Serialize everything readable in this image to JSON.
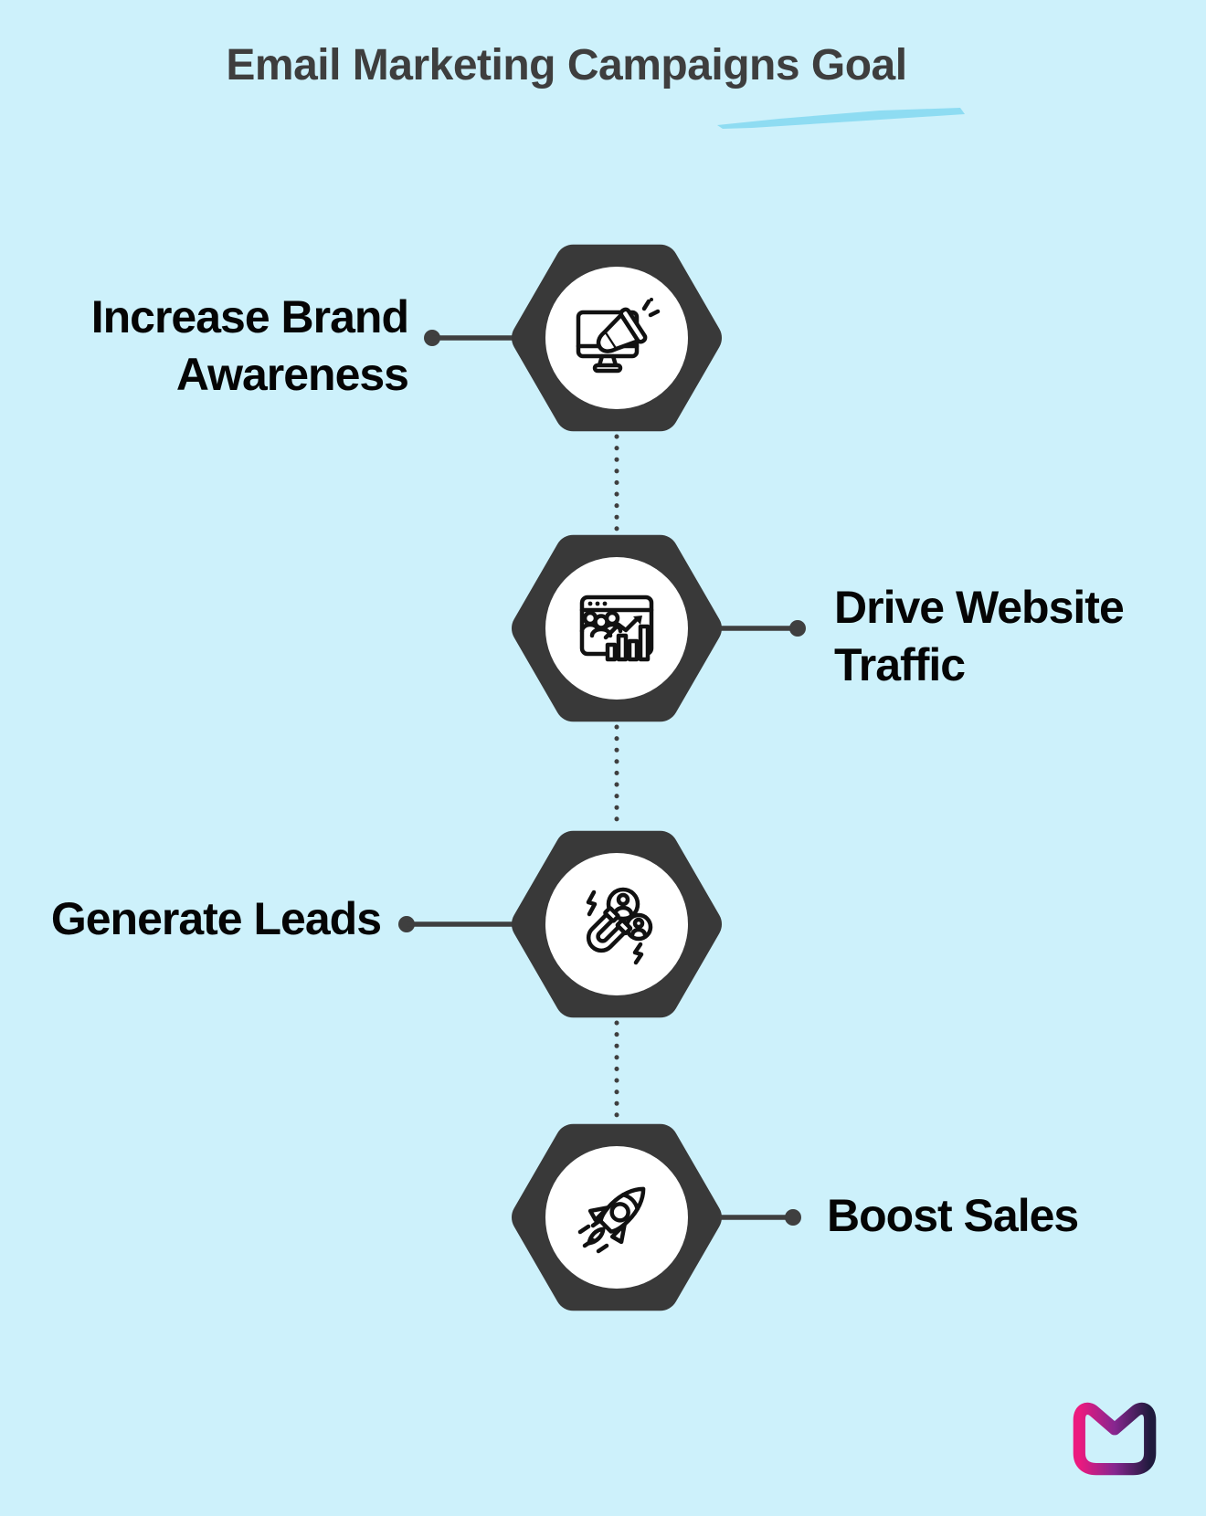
{
  "title": "Email Marketing Campaigns Goal",
  "goals": [
    {
      "lines": [
        "Increase Brand",
        "Awareness"
      ],
      "icon": "megaphone-monitor-icon",
      "side": "left"
    },
    {
      "lines": [
        "Drive Website",
        "Traffic"
      ],
      "icon": "website-traffic-analytics-icon",
      "side": "right"
    },
    {
      "lines": [
        "Generate Leads"
      ],
      "icon": "magnet-leads-icon",
      "side": "left"
    },
    {
      "lines": [
        "Boost Sales"
      ],
      "icon": "rocket-icon",
      "side": "right"
    }
  ],
  "colors": {
    "bg": "#cdf1fb",
    "hex": "#393939",
    "title": "#3e3e3e",
    "label": "#050505",
    "connector": "#3f3f3f",
    "brush": "#8edcf2",
    "ink": "#111111",
    "logo-pink": "#ec1a7f",
    "logo-purple": "#86268f",
    "logo-dark": "#201a3d"
  }
}
